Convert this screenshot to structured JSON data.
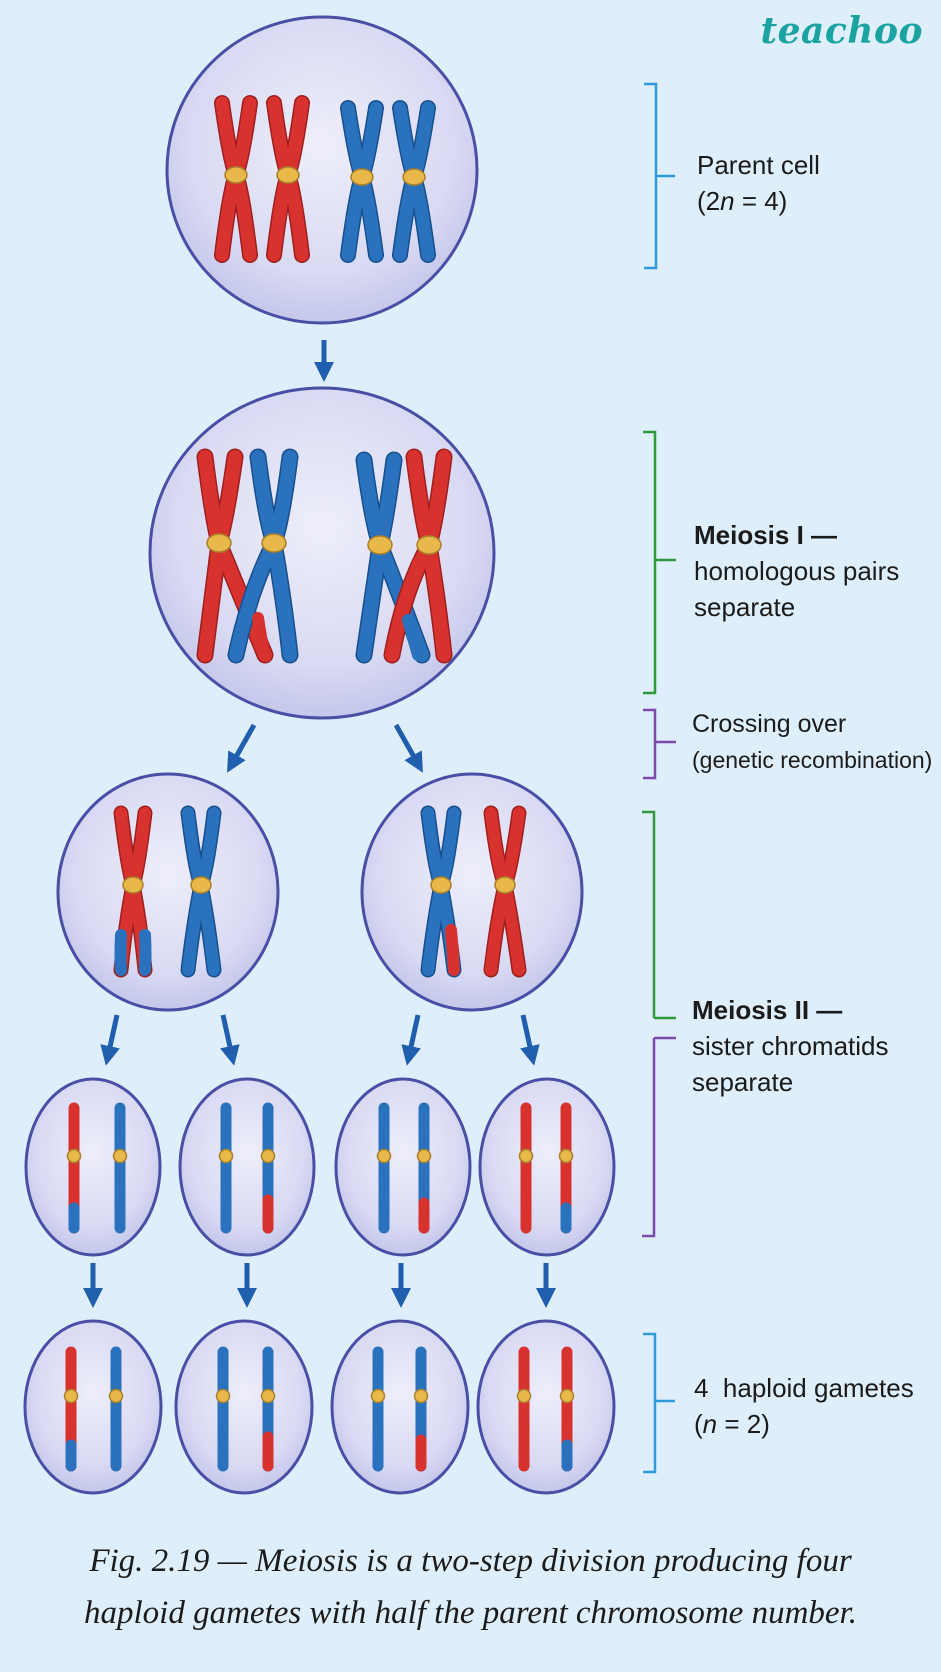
{
  "logo": "teachoo",
  "labels": {
    "parent_cell": {
      "line1": "Parent cell",
      "line2_pre": "(2",
      "line2_var": "n",
      "line2_post": " = 4)"
    },
    "meiosis_1": {
      "title": "Meiosis I —",
      "line2": "homologous pairs",
      "line3": "separate"
    },
    "crossing_over": {
      "line1": "Crossing over",
      "line2": "(genetic recombination)"
    },
    "meiosis_2": {
      "title": "Meiosis II —",
      "line2": "sister chromatids",
      "line3": "separate"
    },
    "gametes": {
      "line1": "4  haploid gametes",
      "line2_pre": "(",
      "line2_var": "n",
      "line2_post": " = 2)"
    }
  },
  "caption": {
    "line1": "Fig. 2.19 — Meiosis is a two-step division producing four",
    "line2": "haploid gametes with half the parent chromosome number."
  },
  "colors": {
    "background": "#deeefa",
    "maternal_red": "#d8322f",
    "paternal_blue": "#2a72bd",
    "centromere": "#e8b84a",
    "cell_fill": "#d9daf3",
    "cell_stroke": "#4a4fa6",
    "arrow": "#1f5fad",
    "bracket_cyan": "#2f9bd9",
    "bracket_green": "#2e9a3c",
    "bracket_purple": "#7b4aaa",
    "logo_teal": "#1aa3a0"
  }
}
